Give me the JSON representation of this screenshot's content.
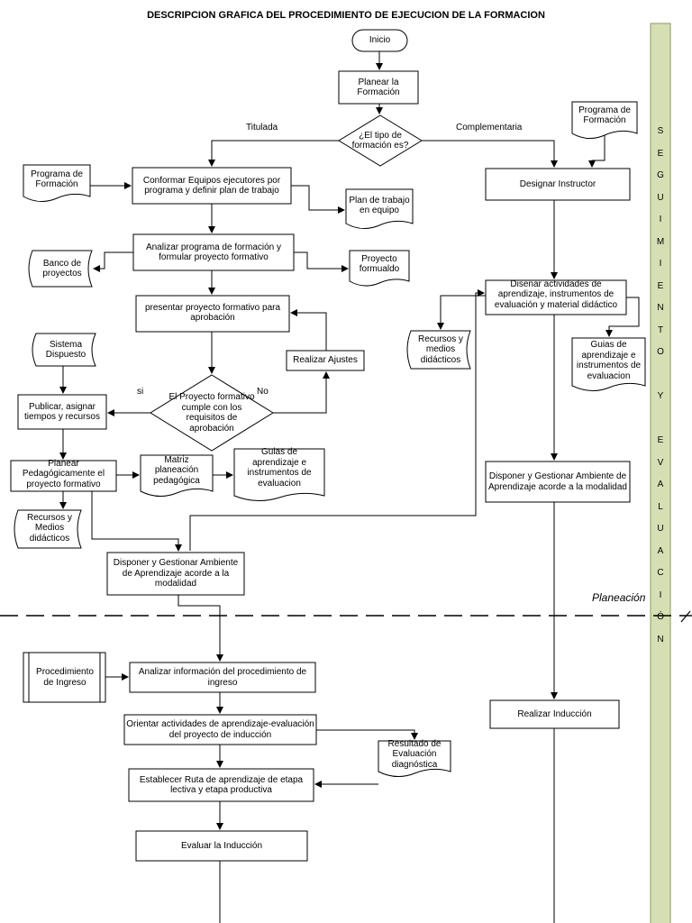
{
  "title": "DESCRIPCION GRAFICA DEL PROCEDIMIENTO DE EJECUCION DE LA FORMACION",
  "nodes": {
    "inicio": "Inicio",
    "planear": "Planear la Formación",
    "tipo": "¿El tipo de formación es?",
    "conformar": "Conformar Equipos ejecutores por programa y definir plan de trabajo",
    "programa_izq": "Programa de Formación",
    "plan_trabajo": "Plan de trabajo en equipo",
    "analizar": "Analizar programa de formación y formular proyecto formativo",
    "banco": "Banco de proyectos",
    "proyecto_formulado": "Proyecto formualdo",
    "presentar": "presentar proyecto formativo para aprobación",
    "sistema": "Sistema Dispuesto",
    "realizar_ajustes": "Realizar Ajustes",
    "cumple": "El Proyecto formativo cumple con los requisitos de aprobación",
    "publicar": "Publicar,  asignar tiempos y recursos",
    "planear_ped": "Planear Pedagógicamente el proyecto formativo",
    "matriz": "Matriz planeación pedagógica",
    "guias_izq": "Guias de aprendizaje e instrumentos de evaluacion",
    "recursos_izq": "Recursos y Medios didácticos",
    "disponer_izq": "Disponer y Gestionar Ambiente de Aprendizaje acorde a la modalidad",
    "programa_der": "Programa de Formación",
    "designar": "Designar Instructor",
    "disenar": "Disenar actividades de aprendizaje, instrumentos de evaluación y material didáctico",
    "recursos_der": "Recursos y medios didácticos",
    "guias_der": "Guias de aprendizaje e instrumentos de evaluacion",
    "disponer_der": "Disponer y Gestionar Ambiente de Aprendizaje acorde a la modalidad",
    "procedimiento": "Procedimiento de Ingreso",
    "analizar_info": "Analizar información del procedimiento de ingreso",
    "orientar": "Orientar  actividades de aprendizaje-evaluación del proyecto de inducción",
    "resultado": "Resultado de Evaluación diagnóstica",
    "establecer": "Establecer Ruta de aprendizaje de etapa lectiva  y  etapa productiva",
    "evaluar": "Evaluar la Inducción",
    "realizar_induccion": "Realizar Inducción"
  },
  "edge_labels": {
    "titulada": "Titulada",
    "complementaria": "Complementaria",
    "si": "si",
    "no": "No"
  },
  "phase_label": "Planeación",
  "side_bar_text": "SEGUIMIENTO Y EVALUACIÓN",
  "colors": {
    "side_bar_fill": "#d6dfb4",
    "side_bar_stroke": "#8f9a5e",
    "line": "#000000"
  }
}
